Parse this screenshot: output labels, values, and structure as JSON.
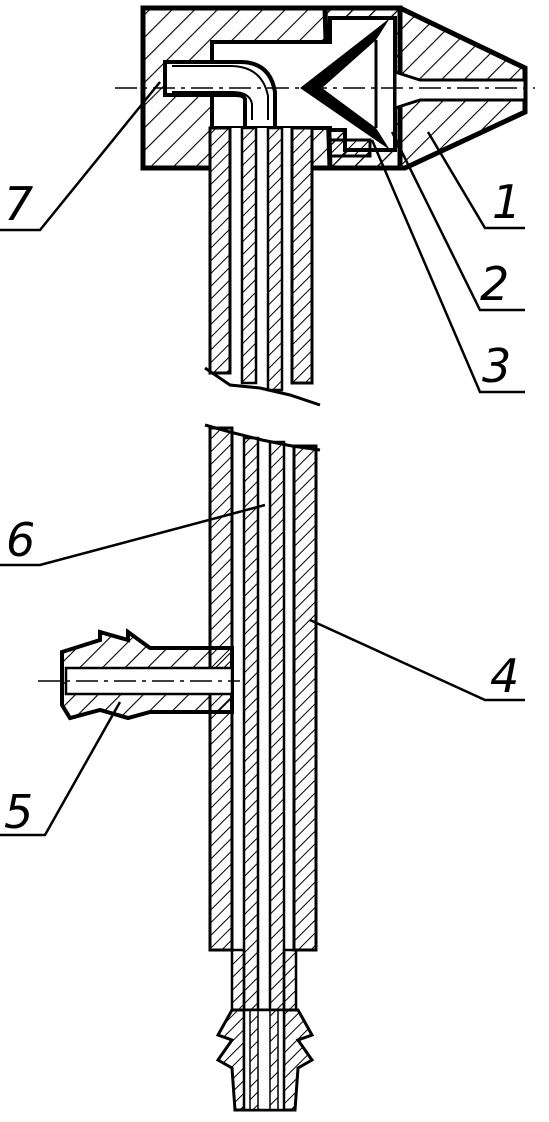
{
  "drawing": {
    "ink_color": "#000000",
    "paper_color": "#ffffff",
    "callouts": [
      {
        "id": "1",
        "label": "1"
      },
      {
        "id": "2",
        "label": "2"
      },
      {
        "id": "3",
        "label": "3"
      },
      {
        "id": "4",
        "label": "4"
      },
      {
        "id": "5",
        "label": "5"
      },
      {
        "id": "6",
        "label": "6"
      },
      {
        "id": "7",
        "label": "7"
      }
    ]
  }
}
